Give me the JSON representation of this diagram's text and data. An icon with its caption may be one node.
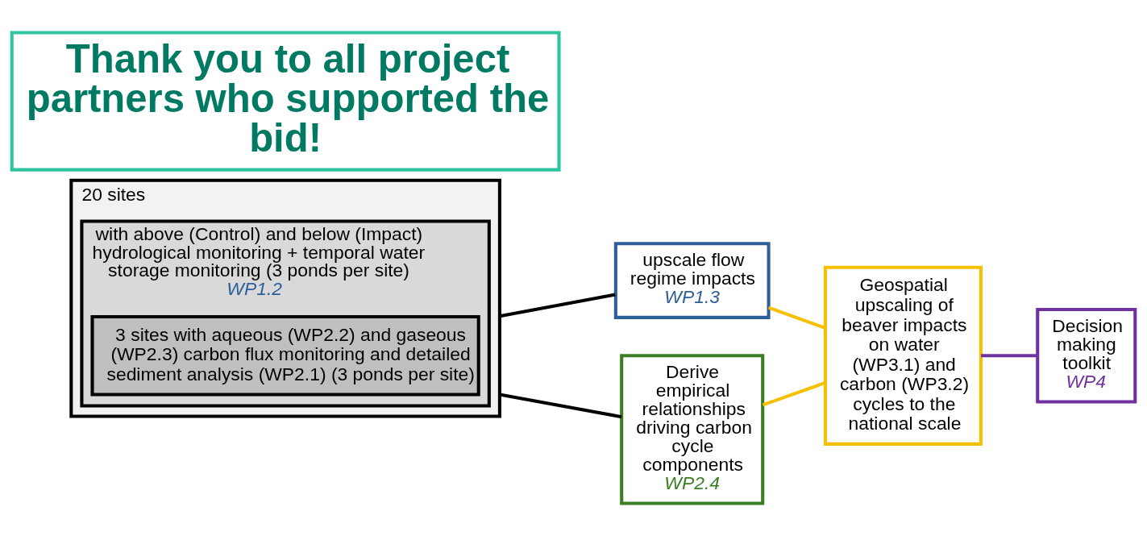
{
  "diagram": {
    "nodes": [
      {
        "text": [
          "20 sites"
        ]
      },
      {
        "text": [
          "with above (Control) and below (Impact) hydrological monitoring + temporal water storage monitoring (3 ponds per site)",
          "WP1.2"
        ],
        "in": 0
      },
      {
        "text": [
          "3 sites with aqueous (WP2.2) and gaseous (WP2.3) carbon flux monitoring and detailed sediment analysis (WP2.1) (3 ponds per site)"
        ],
        "in": 1
      },
      {
        "text": [
          "upscale flow regime impacts",
          "WP1.3"
        ]
      },
      {
        "text": [
          "Derive empirical relationships driving carbon cycle components",
          "WP2.4"
        ]
      },
      {
        "text": [
          "Geospatial upscaling of beaver impacts on water (WP3.1) and carbon (WP3.2) cycles to the national scale"
        ]
      },
      {
        "text": [
          "Decision making toolkit",
          "WP4"
        ]
      },
      {
        "text": [
          "Thank you to all project partners who supported the bid!"
        ]
      }
    ],
    "edges": [
      {
        "from": 0,
        "to": 3,
        "arrow": "none"
      },
      {
        "from": 0,
        "to": 4,
        "arrow": "none"
      },
      {
        "from": 3,
        "to": 5,
        "arrow": "none",
        "color": "#f5c000"
      },
      {
        "from": 4,
        "to": 5,
        "arrow": "none",
        "color": "#f5c000"
      },
      {
        "from": 5,
        "to": 6,
        "arrow": "none",
        "color": "#7030a0"
      }
    ]
  }
}
